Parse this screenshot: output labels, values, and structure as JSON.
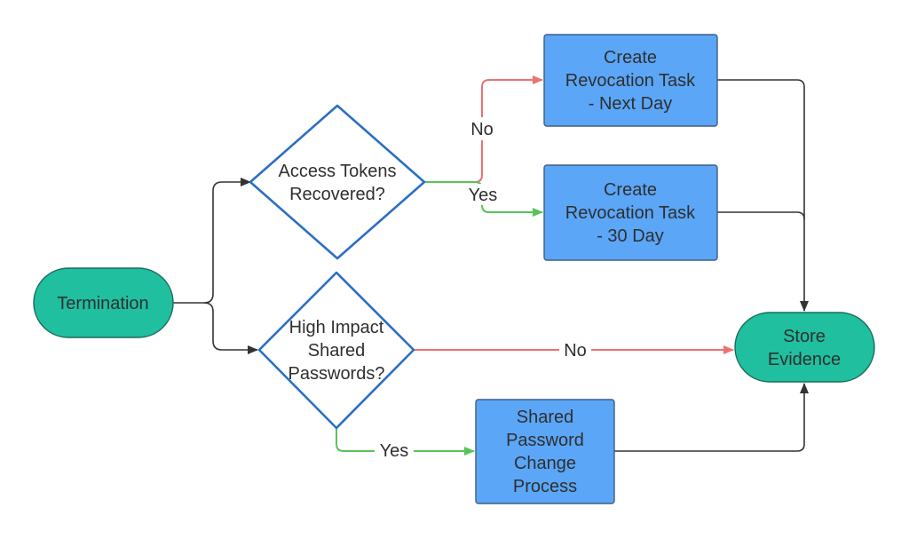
{
  "colors": {
    "terminal_fill": "#1fbf9f",
    "terminal_stroke": "#1d6b5b",
    "process_fill": "#5ba6f7",
    "process_stroke": "#3f5f86",
    "decision_stroke": "#2b6fc4",
    "edge_dark": "#333333",
    "edge_red": "#ec7272",
    "edge_green": "#58c25a"
  },
  "nodes": {
    "termination": {
      "lines": [
        "Termination"
      ]
    },
    "access_tokens": {
      "lines": [
        "Access Tokens",
        "Recovered?"
      ]
    },
    "high_impact": {
      "lines": [
        "High Impact",
        "Shared",
        "Passwords?"
      ]
    },
    "revoke_next_day": {
      "lines": [
        "Create",
        "Revocation Task",
        "- Next Day"
      ]
    },
    "revoke_30_day": {
      "lines": [
        "Create",
        "Revocation Task",
        "- 30 Day"
      ]
    },
    "shared_password_change": {
      "lines": [
        "Shared",
        "Password",
        "Change",
        "Process"
      ]
    },
    "store_evidence": {
      "lines": [
        "Store",
        "Evidence"
      ]
    }
  },
  "edges": {
    "tokens_no": "No",
    "tokens_yes": "Yes",
    "passwords_no": "No",
    "passwords_yes": "Yes"
  }
}
